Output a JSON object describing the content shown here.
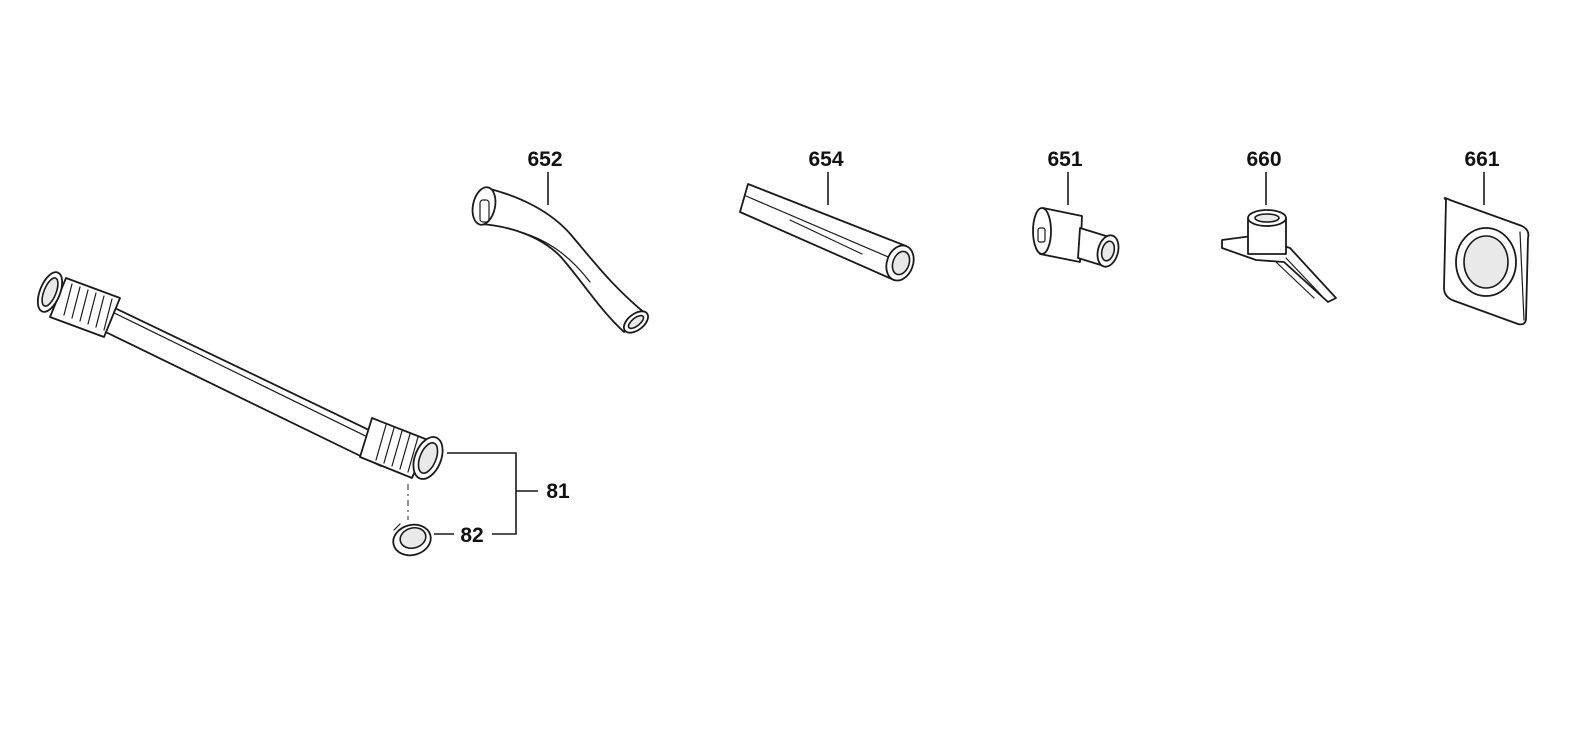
{
  "parts": [
    {
      "id": "part-652",
      "number": "652"
    },
    {
      "id": "part-654",
      "number": "654"
    },
    {
      "id": "part-651",
      "number": "651"
    },
    {
      "id": "part-660",
      "number": "660"
    },
    {
      "id": "part-661",
      "number": "661"
    },
    {
      "id": "part-81",
      "number": "81"
    },
    {
      "id": "part-82",
      "number": "82"
    }
  ]
}
